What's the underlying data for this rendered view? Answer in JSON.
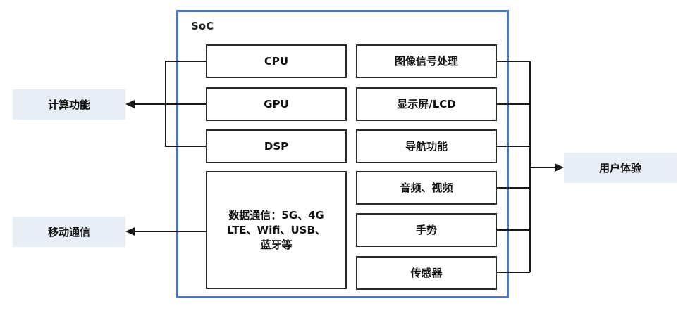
{
  "soc": {
    "title": "SoC"
  },
  "left_blocks": {
    "cpu": "CPU",
    "gpu": "GPU",
    "dsp": "DSP",
    "comm_line1": "数据通信：5G、4G",
    "comm_line2": "LTE、Wifi、USB、",
    "comm_line3": "蓝牙等"
  },
  "right_blocks": {
    "isp": "图像信号处理",
    "display": "显示屏/LCD",
    "nav": "导航功能",
    "av": "音频、视频",
    "gesture": "手势",
    "sensor": "传感器"
  },
  "external": {
    "compute": "计算功能",
    "mobile": "移动通信",
    "ux": "用户体验"
  },
  "colors": {
    "soc_border": "#4a77c2",
    "external_fill": "#e8eef5"
  }
}
